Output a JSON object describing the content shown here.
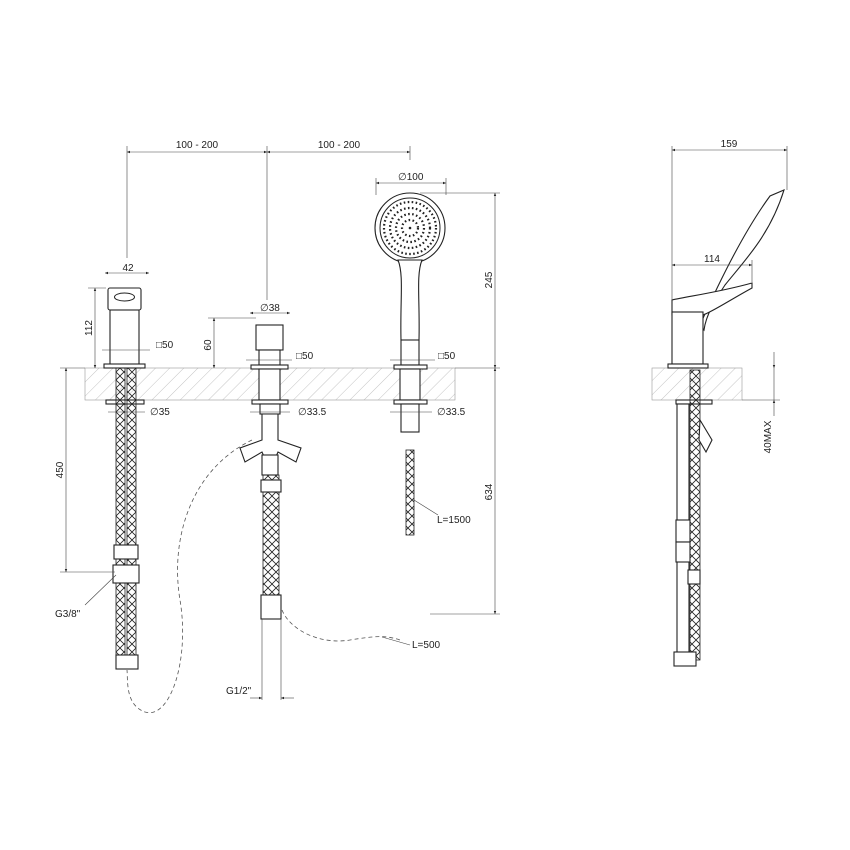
{
  "front_view": {
    "spacing_1": "100 - 200",
    "spacing_2": "100 - 200",
    "shower_head_diameter": "∅100",
    "shower_height": "245",
    "below_deck_length": "634",
    "mixer_width": "42",
    "mixer_height": "112",
    "mixer_base": "□50",
    "mixer_shank_diameter": "∅35",
    "mixer_hose_length": "450",
    "mixer_connection": "G3/8\"",
    "diverter_diameter": "∅38",
    "diverter_height": "60",
    "diverter_base": "□50",
    "diverter_shank_diameter": "∅33.5",
    "diverter_connection": "G1/2\"",
    "shower_base": "□50",
    "shower_shank_diameter": "∅33.5",
    "shower_hose_length": "L=1500",
    "flex_hose_length": "L=500"
  },
  "side_view": {
    "total_depth": "159",
    "lever_depth": "114",
    "deck_thickness": "40MAX"
  }
}
